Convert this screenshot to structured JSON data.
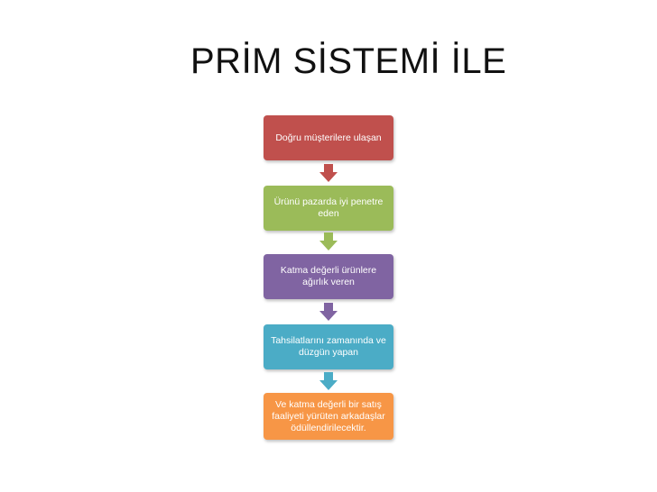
{
  "title": "PRİM SİSTEMİ İLE",
  "steps": [
    {
      "text": "Doğru müşterilere ulaşan",
      "color": "#c0504d"
    },
    {
      "text": "Ürünü pazarda iyi penetre eden",
      "color": "#9bbb59"
    },
    {
      "text": "Katma değerli ürünlere ağırlık veren",
      "color": "#8064a2"
    },
    {
      "text": "Tahsilatlarını zamanında ve düzgün yapan",
      "color": "#4bacc6"
    },
    {
      "text": "Ve katma değerli bir satış faaliyeti yürüten arkadaşlar ödüllendirilecektir.",
      "color": "#f79646"
    }
  ],
  "arrows": [
    {
      "color": "#c0504d",
      "icon": "down-arrow-icon"
    },
    {
      "color": "#9bbb59",
      "icon": "down-arrow-icon"
    },
    {
      "color": "#8064a2",
      "icon": "down-arrow-icon"
    },
    {
      "color": "#4bacc6",
      "icon": "down-arrow-icon"
    }
  ]
}
